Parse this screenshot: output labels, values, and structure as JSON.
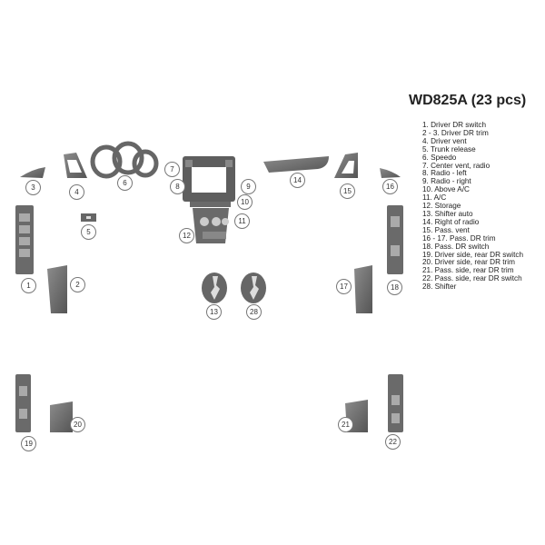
{
  "kit": {
    "title": "WD825A (23 pcs)",
    "legend": [
      "1. Driver DR switch",
      "2 - 3. Driver DR trim",
      "4. Driver vent",
      "5. Trunk release",
      "6. Speedo",
      "7. Center vent, radio",
      "8. Radio - left",
      "9. Radio - right",
      "10. Above A/C",
      "11. A/C",
      "12. Storage",
      "13. Shifter auto",
      "14. Right of radio",
      "15. Pass. vent",
      "16 - 17. Pass. DR trim",
      "18. Pass. DR switch",
      "19. Driver side, rear DR switch",
      "20. Driver side, rear DR trim",
      "21. Pass. side, rear DR trim",
      "22. Pass. side, rear DR switch",
      "28. Shifter"
    ]
  },
  "callouts": [
    "1",
    "2",
    "3",
    "4",
    "5",
    "6",
    "7",
    "8",
    "9",
    "10",
    "11",
    "12",
    "13",
    "14",
    "15",
    "16",
    "17",
    "18",
    "19",
    "20",
    "21",
    "22",
    "28"
  ],
  "colors": {
    "piece_fill": "#6b6b6b",
    "piece_dark": "#4a4a4a",
    "piece_light": "#8a8a8a",
    "callout_border": "#777777"
  }
}
